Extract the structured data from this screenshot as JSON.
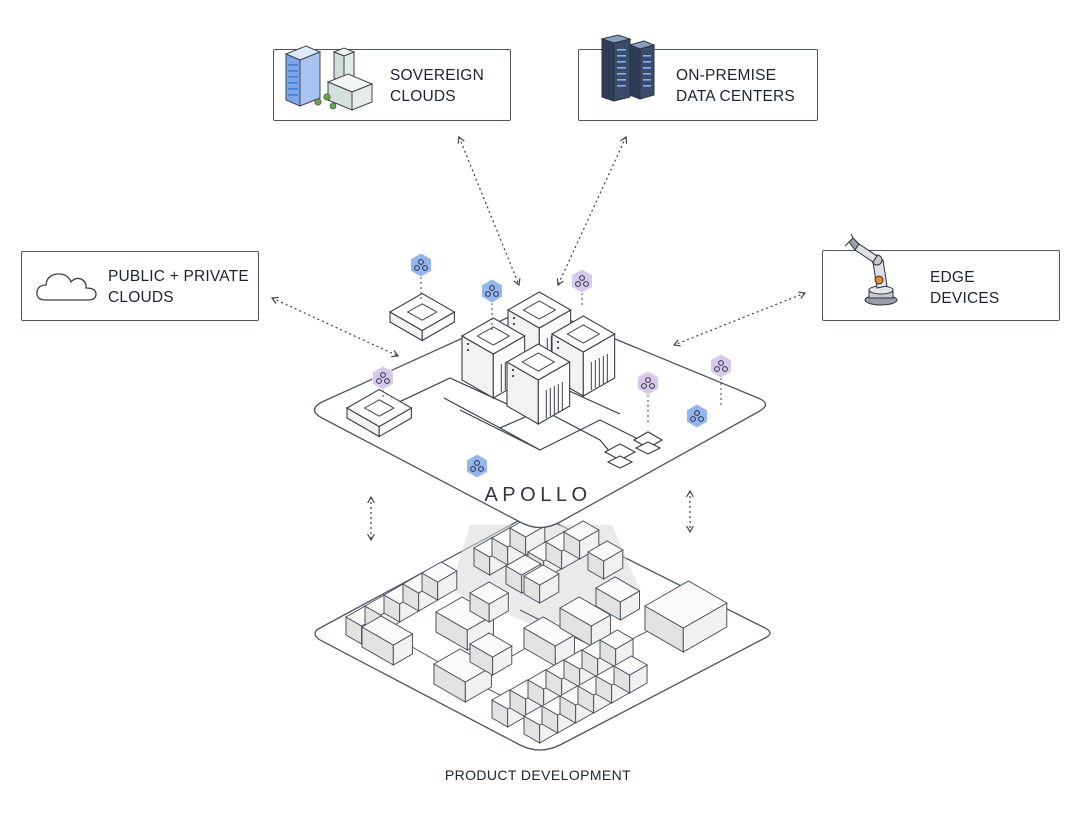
{
  "nodes": {
    "sovereign": {
      "line1": "SOVEREIGN",
      "line2": "CLOUDS",
      "icon": "buildings-icon"
    },
    "onprem": {
      "line1": "ON-PREMISE",
      "line2": "DATA CENTERS",
      "icon": "server-rack-icon"
    },
    "public": {
      "line1": "PUBLIC + PRIVATE",
      "line2": "CLOUDS",
      "icon": "cloud-icon"
    },
    "edge": {
      "line1": "EDGE",
      "line2": "DEVICES",
      "icon": "robot-arm-icon"
    }
  },
  "platform": {
    "name": "APOLLO"
  },
  "foundation": {
    "label": "PRODUCT DEVELOPMENT"
  },
  "colors": {
    "stroke": "#4d5560",
    "line": "#3a404a",
    "blue_badge": "#8fb2ef",
    "purple_badge": "#d7c6ee",
    "block_fill": "#e9e9e9",
    "block_shadow": "#c9c9c9"
  }
}
